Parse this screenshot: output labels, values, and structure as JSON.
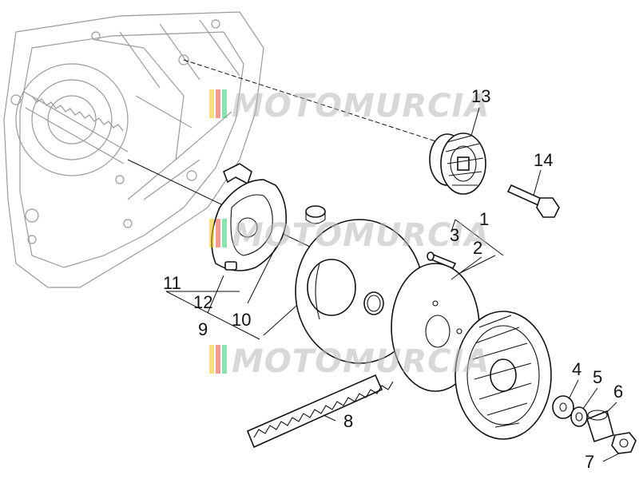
{
  "watermark": {
    "text": "MOTOMURCIA"
  },
  "callouts": {
    "c1": "1",
    "c2": "2",
    "c3": "3",
    "c4": "4",
    "c5": "5",
    "c6": "6",
    "c7": "7",
    "c8": "8",
    "c9": "9",
    "c10": "10",
    "c11": "11",
    "c12": "12",
    "c13": "13",
    "c14": "14"
  },
  "colors": {
    "watermark_flag": [
      "#f0c419",
      "#e74c3c",
      "#2ecc71"
    ],
    "line": "#111111",
    "sketch": "#9a9a9a"
  }
}
